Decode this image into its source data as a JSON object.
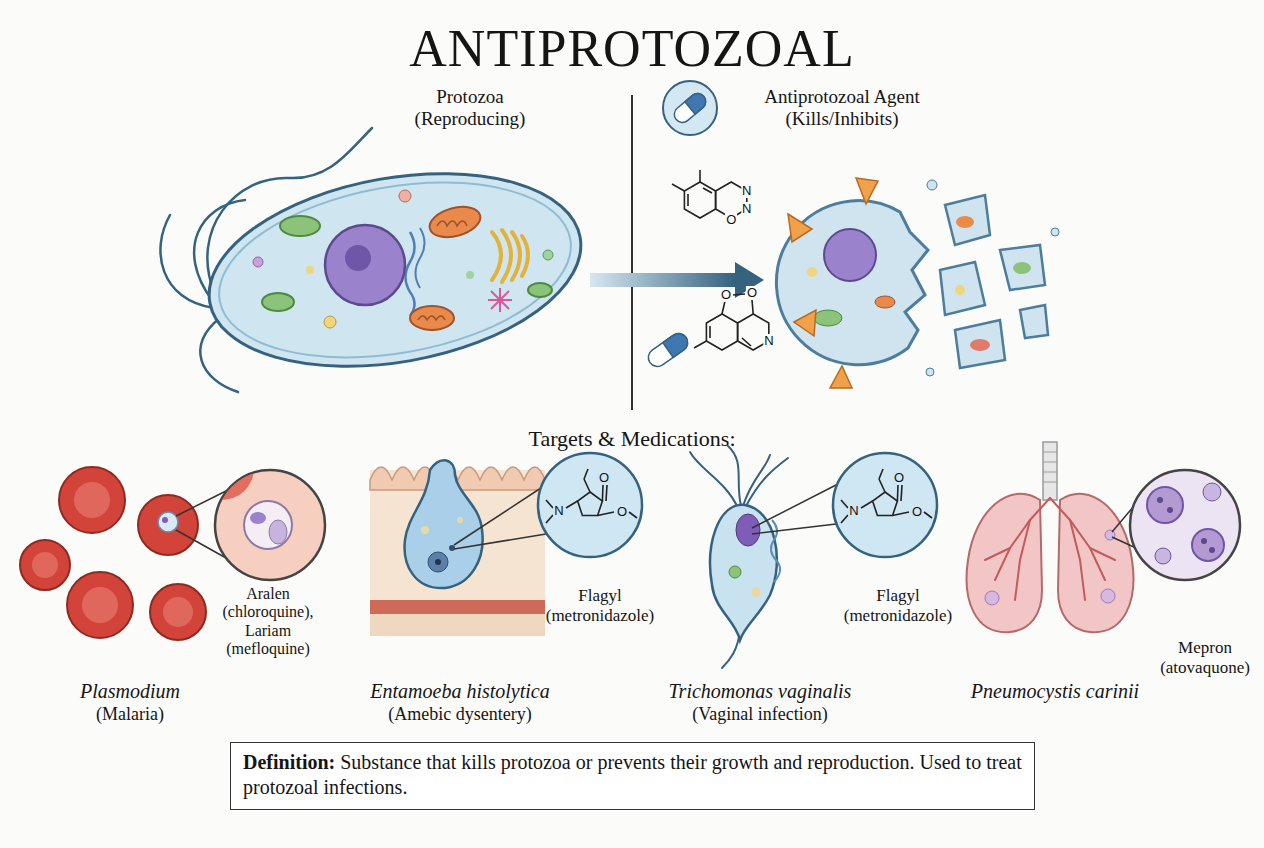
{
  "diagram": {
    "title": "ANTIPROTOZOAL",
    "nodes": [
      {
        "text": [
          "Definition:",
          "Substance that kills protozoa or prevents their growth and reproduction. Used to treat protozoal infections."
        ]
      }
    ],
    "labels": [
      "Protozoa (Reproducing)",
      "Antiprotozoal Agent (Kills/Inhibits)",
      "N",
      "N",
      "O",
      "O",
      "O",
      "N",
      "Targets & Medications:",
      "Aralen (chloroquine), Lariam (mefloquine)",
      "N",
      "O",
      "O",
      "Flagyl (metronidazole)",
      "N",
      "O",
      "O",
      "Flagyl (metronidazole)",
      "Mepron (atovaquone)",
      "Plasmodium",
      "(Malaria)",
      "Entamoeba histolytica",
      "(Amebic dysentery)",
      "Trichomonas vaginalis",
      "(Vaginal infection)",
      "Pneumocystis carinii"
    ]
  }
}
